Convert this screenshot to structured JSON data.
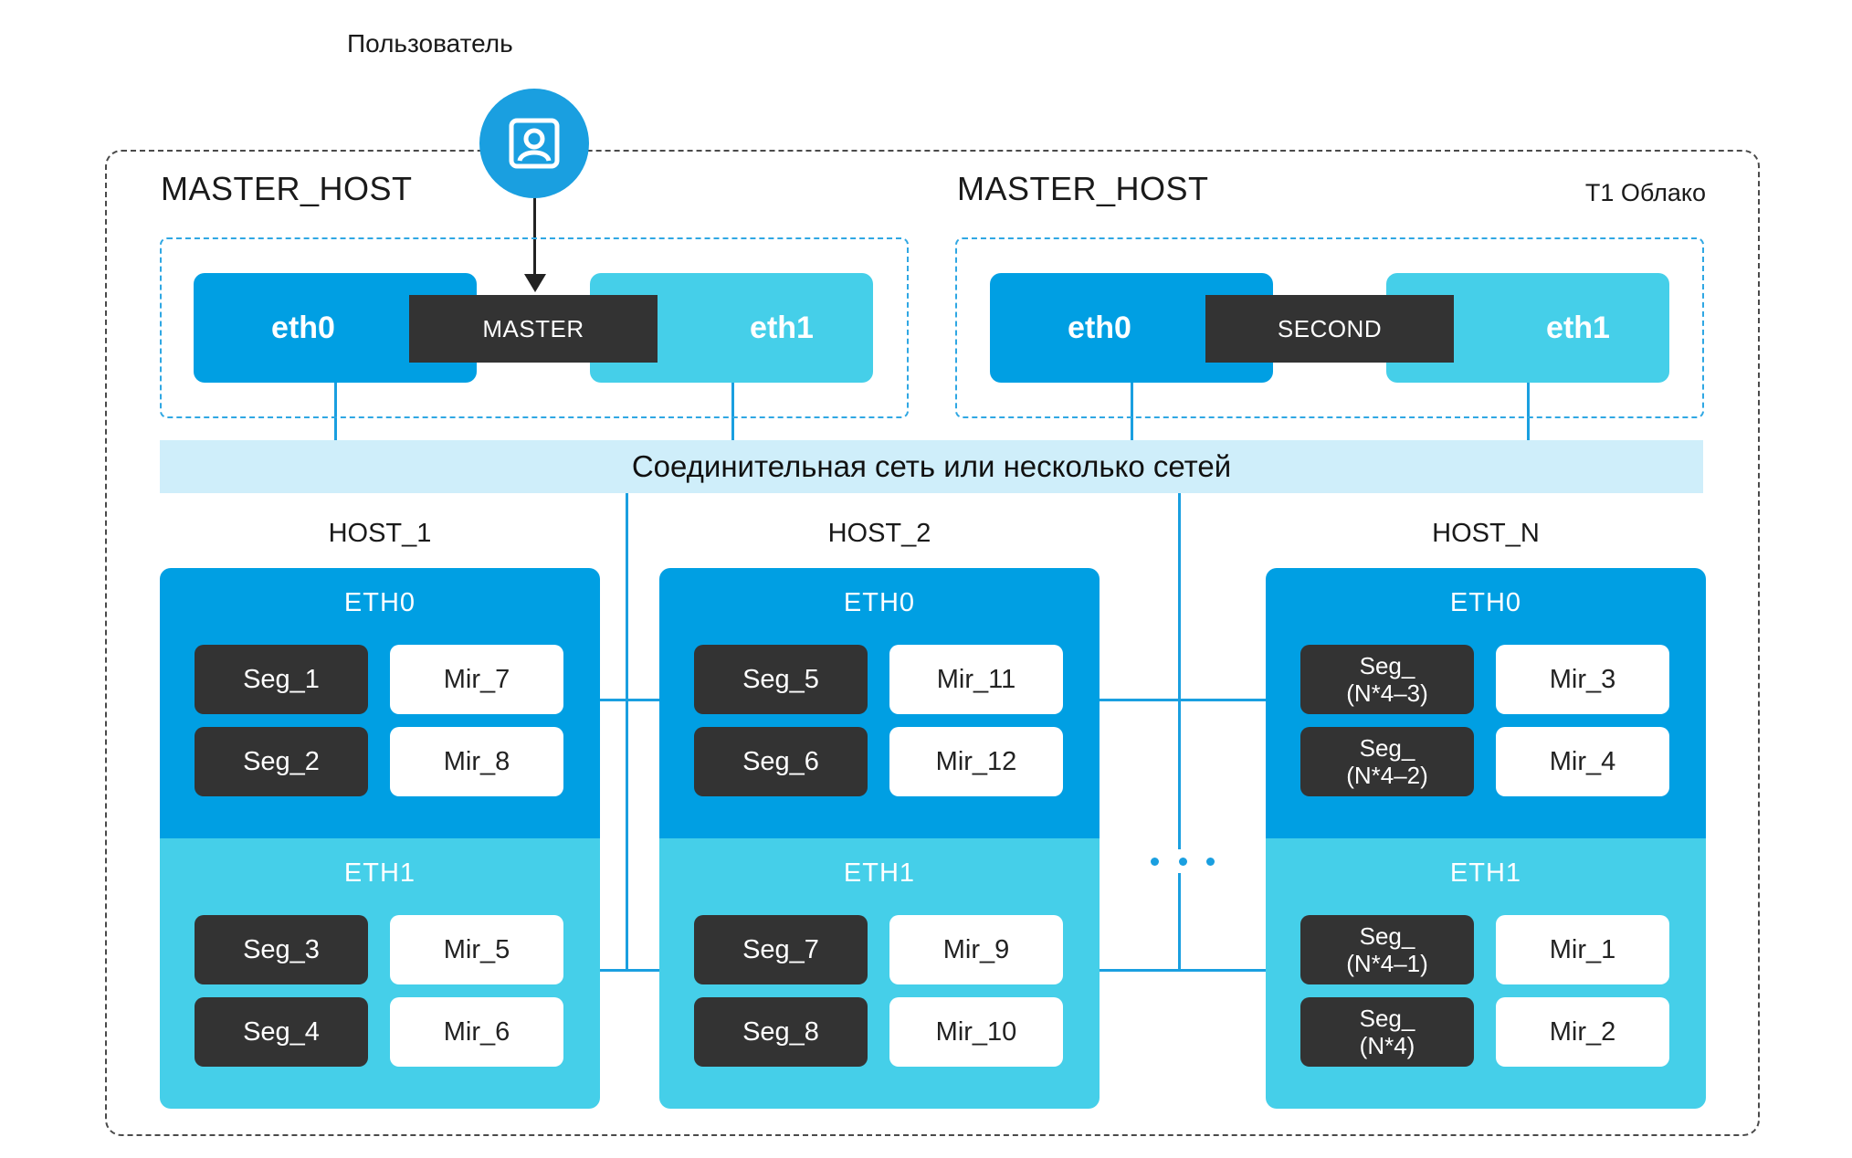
{
  "user": {
    "label": "Пользователь",
    "icon": "user-icon",
    "color": "#1a9fe0"
  },
  "cloud_label": "T1 Облако",
  "masters": [
    {
      "title": "MASTER_HOST",
      "eth0": "eth0",
      "role": "MASTER",
      "eth1": "eth1"
    },
    {
      "title": "MASTER_HOST",
      "eth0": "eth0",
      "role": "SECOND",
      "eth1": "eth1"
    }
  ],
  "network_label": "Соединительная сеть или несколько сетей",
  "hosts": [
    {
      "title": "HOST_1",
      "eth0": {
        "label": "ETH0",
        "rows": [
          {
            "seg": "Seg_1",
            "mir": "Mir_7"
          },
          {
            "seg": "Seg_2",
            "mir": "Mir_8"
          }
        ]
      },
      "eth1": {
        "label": "ETH1",
        "rows": [
          {
            "seg": "Seg_3",
            "mir": "Mir_5"
          },
          {
            "seg": "Seg_4",
            "mir": "Mir_6"
          }
        ]
      }
    },
    {
      "title": "HOST_2",
      "eth0": {
        "label": "ETH0",
        "rows": [
          {
            "seg": "Seg_5",
            "mir": "Mir_11"
          },
          {
            "seg": "Seg_6",
            "mir": "Mir_12"
          }
        ]
      },
      "eth1": {
        "label": "ETH1",
        "rows": [
          {
            "seg": "Seg_7",
            "mir": "Mir_9"
          },
          {
            "seg": "Seg_8",
            "mir": "Mir_10"
          }
        ]
      }
    },
    {
      "title": "HOST_N",
      "eth0": {
        "label": "ETH0",
        "rows": [
          {
            "seg": "Seg_\n(N*4–3)",
            "mir": "Mir_3"
          },
          {
            "seg": "Seg_\n(N*4–2)",
            "mir": "Mir_4"
          }
        ]
      },
      "eth1": {
        "label": "ETH1",
        "rows": [
          {
            "seg": "Seg_\n(N*4–1)",
            "mir": "Mir_1"
          },
          {
            "seg": "Seg_\n(N*4)",
            "mir": "Mir_2"
          }
        ]
      }
    }
  ],
  "colors": {
    "eth0": "#009fe3",
    "eth1": "#45cfe9",
    "dark": "#333333",
    "network_band": "#cfeefa"
  }
}
